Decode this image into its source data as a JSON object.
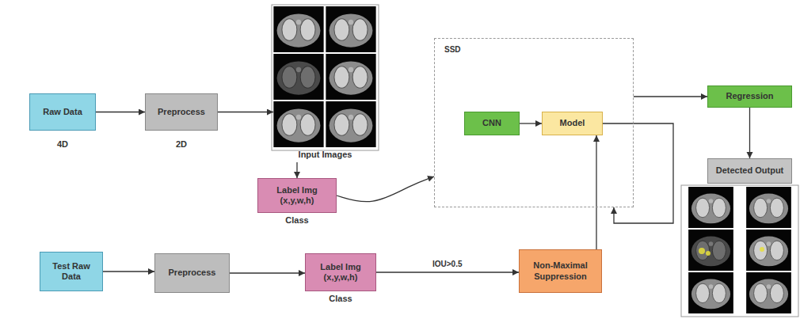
{
  "diagram": {
    "nodes": [
      {
        "text": [
          "Raw Data",
          "4D"
        ]
      },
      {
        "text": [
          "Preprocess",
          "2D"
        ]
      },
      {
        "text": [
          "Input Images"
        ]
      },
      {
        "text": [
          "Label Img (x,y,w,h)",
          "Class"
        ]
      },
      {
        "text": [
          "SSD"
        ]
      },
      {
        "text": [
          "CNN"
        ],
        "in": 4
      },
      {
        "text": [
          "Model"
        ],
        "in": 4
      },
      {
        "text": [
          "Regression"
        ]
      },
      {
        "text": [
          "Detected Output"
        ]
      },
      {
        "text": [
          "Test Raw Data"
        ]
      },
      {
        "text": [
          "Preprocess"
        ]
      },
      {
        "text": [
          "Label Img (x,y,w,h)",
          "Class"
        ]
      },
      {
        "text": [
          "Non-Maximal Suppression"
        ]
      }
    ],
    "edges": [
      {
        "from": 0,
        "to": 1,
        "arrow": "to"
      },
      {
        "from": 1,
        "to": 2,
        "arrow": "to"
      },
      {
        "from": 2,
        "to": 3,
        "arrow": "to"
      },
      {
        "from": 3,
        "to": 4,
        "arrow": "to"
      },
      {
        "from": 5,
        "to": 6,
        "arrow": "to"
      },
      {
        "from": 4,
        "to": 7,
        "arrow": "to"
      },
      {
        "from": 7,
        "to": 8,
        "arrow": "to"
      },
      {
        "from": 6,
        "to": 4,
        "arrow": "to"
      },
      {
        "from": 9,
        "to": 10,
        "arrow": "to"
      },
      {
        "from": 10,
        "to": 11,
        "arrow": "to"
      },
      {
        "from": 11,
        "to": 12,
        "label": "IOU>0.5",
        "arrow": "to"
      },
      {
        "from": 12,
        "to": 6,
        "arrow": "to"
      }
    ]
  }
}
